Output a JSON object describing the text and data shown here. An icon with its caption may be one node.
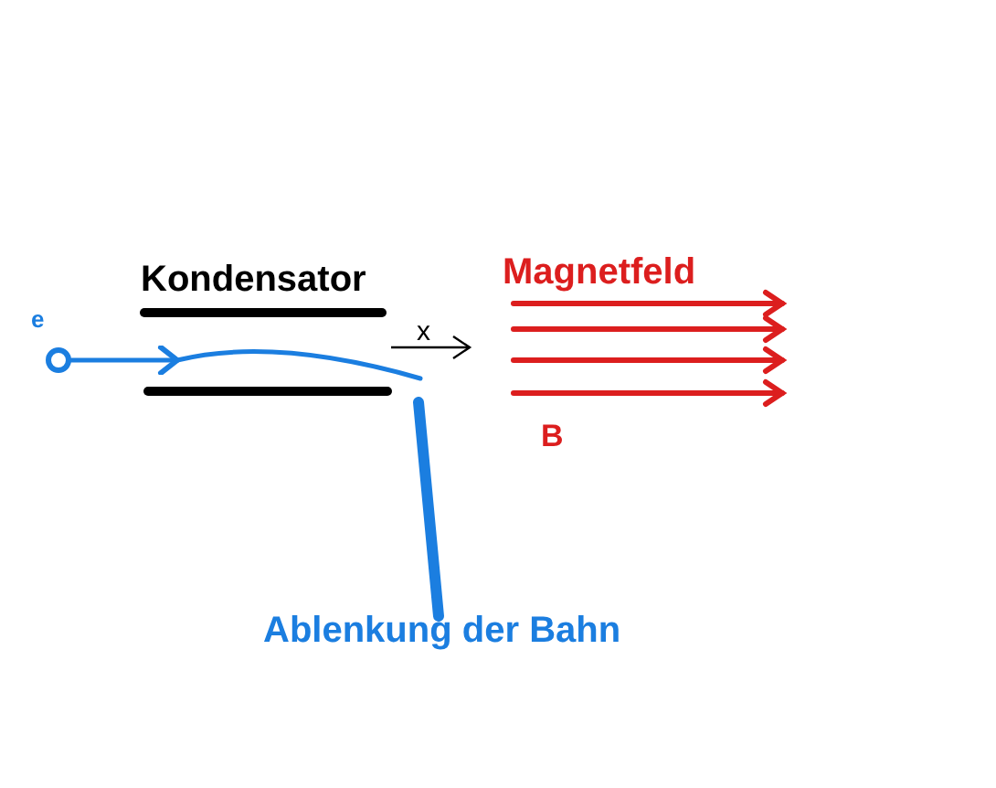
{
  "diagram": {
    "nodes": [
      {
        "text": [],
        "shape": "circle",
        "beside": [
          "e"
        ]
      },
      {
        "text": [
          "Ablenkung der Bahn"
        ]
      }
    ],
    "edges": [
      {
        "from": 0,
        "to": null,
        "arrow": "to"
      },
      {
        "from": 1,
        "to": null,
        "arrow": "none",
        "style": "thick"
      }
    ],
    "labels": [
      "Kondensator",
      "x",
      "Magnetfeld",
      "B"
    ]
  }
}
